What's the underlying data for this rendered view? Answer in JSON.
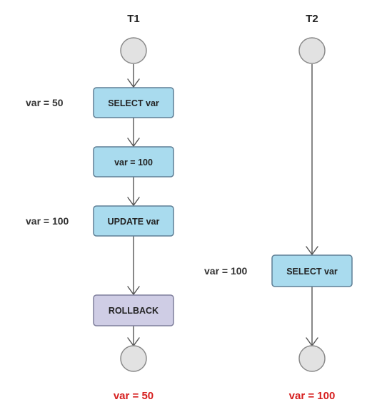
{
  "columns": [
    {
      "title": "T1",
      "steps": [
        {
          "label": "SELECT var",
          "side_label": "var = 50",
          "kind": "step"
        },
        {
          "label": "var = 100",
          "side_label": "",
          "kind": "step"
        },
        {
          "label": "UPDATE var",
          "side_label": "var = 100",
          "kind": "step"
        },
        {
          "label": "ROLLBACK",
          "side_label": "",
          "kind": "rollback"
        }
      ],
      "result": "var = 50"
    },
    {
      "title": "T2",
      "steps": [
        {
          "label": "SELECT var",
          "side_label": "var = 100",
          "kind": "step"
        }
      ],
      "result": "var = 100"
    }
  ],
  "colors": {
    "step_fill": "#a9dbee",
    "step_stroke": "#5f7f95",
    "rollback_fill": "#cfcde5",
    "rollback_stroke": "#7f7f9c",
    "node_fill": "#e2e2e2",
    "result_text": "#d61f1f"
  }
}
